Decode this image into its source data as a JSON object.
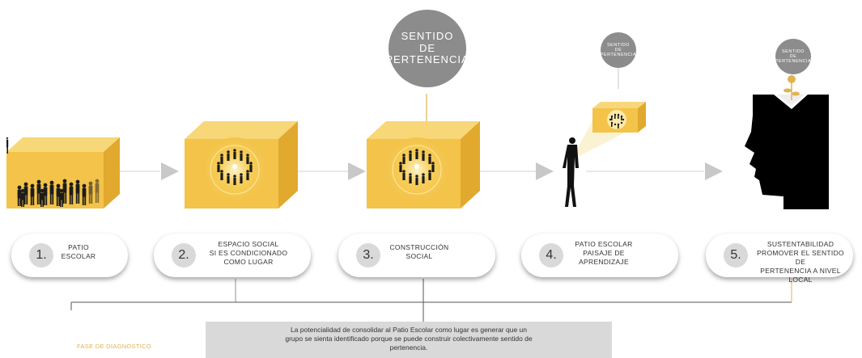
{
  "bubbles": {
    "b3": [
      "SENTIDO",
      "DE",
      "PERTENENCIA"
    ],
    "b4": [
      "SENTIDO",
      "DE",
      "PERTENENCIA"
    ],
    "b5": [
      "SENTIDO",
      "DE",
      "PERTENENCIA"
    ]
  },
  "steps": [
    {
      "number": "1.",
      "lines": [
        "PATIO",
        "ESCOLAR"
      ]
    },
    {
      "number": "2.",
      "lines": [
        "ESPACIO SOCIAL",
        "SI ES CONDICIONADO",
        "COMO LUGAR"
      ]
    },
    {
      "number": "3.",
      "lines": [
        "CONSTRUCCIÓN",
        "SOCIAL"
      ]
    },
    {
      "number": "4.",
      "lines": [
        "PATIO ESCOLAR",
        "PAISAJE DE",
        "APRENDIZAJE"
      ]
    },
    {
      "number": "5.",
      "lines": [
        "SUSTENTABILIDAD",
        "PROMOVER EL SENTIDO DE",
        "PERTENENCIA A NIVEL LOCAL"
      ]
    }
  ],
  "phase_label": "FASE DE DIAGNOSTICO",
  "note": [
    "La potencialidad de consolidar al Patio Escolar como lugar es generar que un",
    "grupo se sienta identificado porque se puede construir colectivamente sentido de",
    "pertenencia."
  ],
  "colors": {
    "cube": "#f3c34a",
    "cube_dark": "#e1a92e",
    "bubble": "#8c8c8c",
    "arrow": "#c8c8c8",
    "accent": "#e0b352"
  }
}
